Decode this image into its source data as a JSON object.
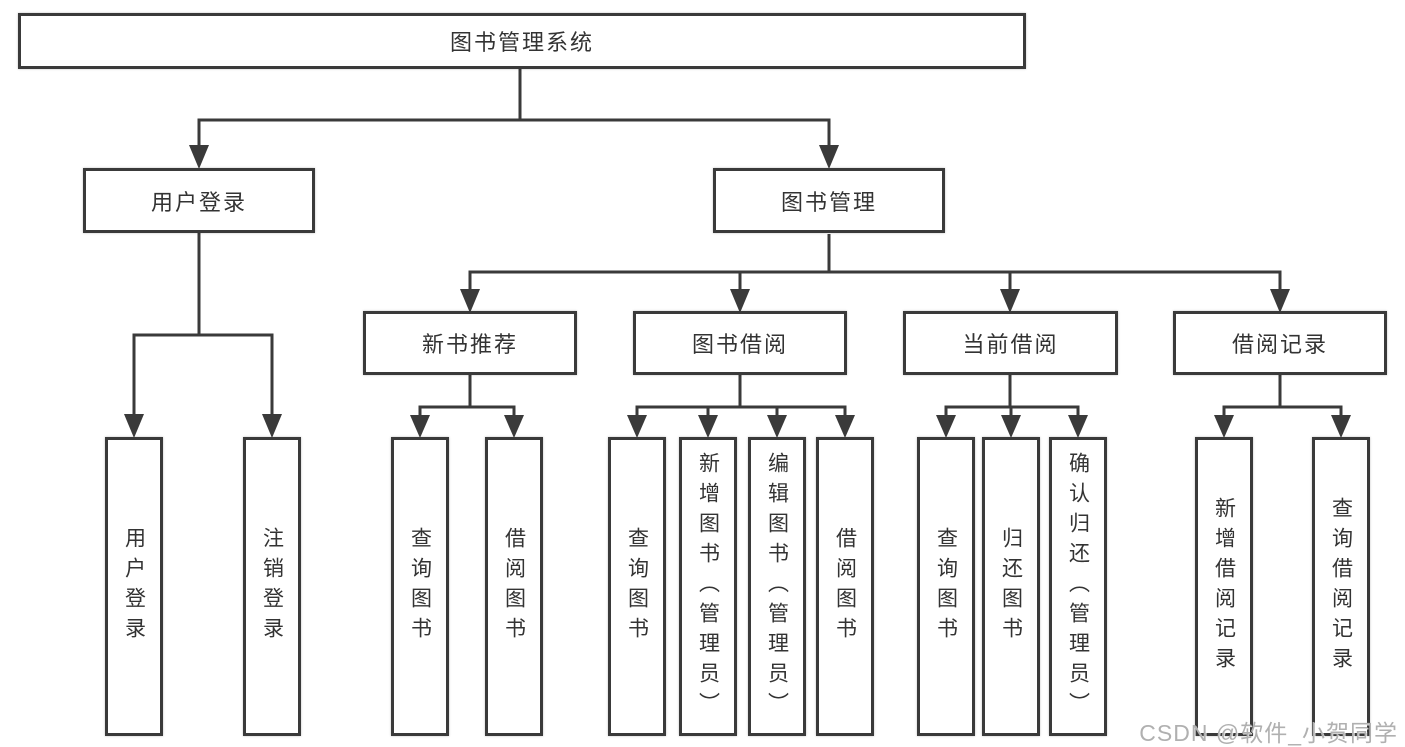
{
  "root": {
    "label": "图书管理系统"
  },
  "level2": [
    {
      "label": "用户登录"
    },
    {
      "label": "图书管理"
    }
  ],
  "level3": [
    {
      "label": "新书推荐"
    },
    {
      "label": "图书借阅"
    },
    {
      "label": "当前借阅"
    },
    {
      "label": "借阅记录"
    }
  ],
  "leaves": [
    {
      "label": "用户登录"
    },
    {
      "label": "注销登录"
    },
    {
      "label": "查询图书"
    },
    {
      "label": "借阅图书"
    },
    {
      "label": "查询图书"
    },
    {
      "label": "新增图书（管理员）"
    },
    {
      "label": "编辑图书（管理员）"
    },
    {
      "label": "借阅图书"
    },
    {
      "label": "查询图书"
    },
    {
      "label": "归还图书"
    },
    {
      "label": "确认归还（管理员）"
    },
    {
      "label": "新增借阅记录"
    },
    {
      "label": "查询借阅记录"
    }
  ],
  "watermark": {
    "text": "CSDN @软件_小贺同学"
  },
  "colors": {
    "line": "#3a3a3a",
    "text": "#333333",
    "box_background": "#ffffff",
    "watermark": "#b0b0b0"
  }
}
